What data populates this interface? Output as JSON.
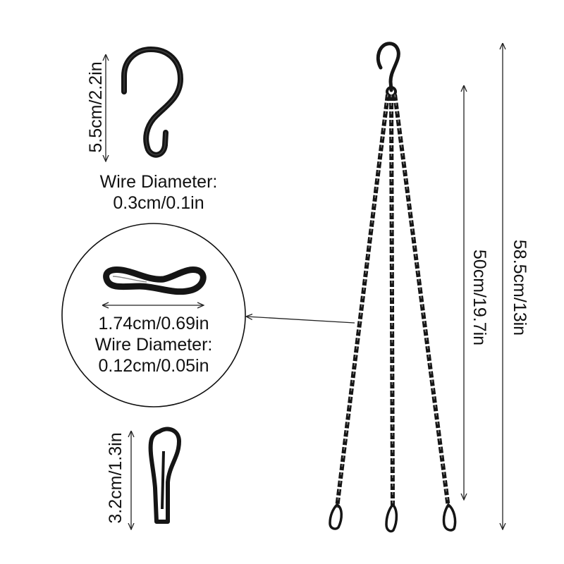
{
  "s_hook": {
    "height": "5.5cm/2.2in",
    "wire_label": "Wire Diameter:",
    "wire_value": "0.3cm/0.1in"
  },
  "chain_link": {
    "length": "1.74cm/0.69in",
    "wire_label": "Wire Diameter:",
    "wire_value": "0.12cm/0.05in"
  },
  "snap_hook": {
    "height": "3.2cm/1.3in"
  },
  "chain": {
    "length": "50cm/19.7in",
    "total_length": "58.5cm/13in"
  },
  "colors": {
    "metal": "#151515",
    "line": "#222222"
  }
}
